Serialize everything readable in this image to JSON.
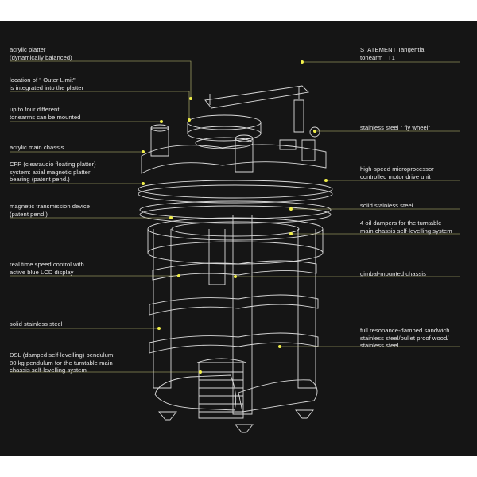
{
  "diagram": {
    "background": "#151515",
    "line_color": "#d9d9d9",
    "leader_color": "#c9c87a",
    "dot_color": "#f2f04a",
    "labels_left": [
      {
        "id": "acrylic-platter",
        "lines": [
          "acrylic platter",
          "(dynamically balanced)"
        ]
      },
      {
        "id": "outer-limit",
        "lines": [
          "location of \" Outer Limit\"",
          "is integrated into the platter"
        ]
      },
      {
        "id": "four-tonearms",
        "lines": [
          "up to four different",
          "tonearms can be mounted"
        ]
      },
      {
        "id": "acrylic-chassis",
        "lines": [
          "acrylic main chassis"
        ]
      },
      {
        "id": "cfp",
        "lines": [
          "CFP (clearaudio floating platter)",
          "system: axial magnetic platter",
          "bearing (patent pend.)"
        ]
      },
      {
        "id": "magnetic-transmission",
        "lines": [
          "magnetic transmission device",
          "(patent pend.)"
        ]
      },
      {
        "id": "speed-control",
        "lines": [
          "real time speed control with",
          "active blue LCD display"
        ]
      },
      {
        "id": "solid-steel-left",
        "lines": [
          "solid stainless steel"
        ]
      },
      {
        "id": "dsl-pendulum",
        "lines": [
          "DSL (damped self-levelling) pendulum:",
          "80 kg pendulum for the turntable main",
          "chassis self-levelling system"
        ]
      }
    ],
    "labels_right": [
      {
        "id": "tonearm",
        "lines": [
          "STATEMENT Tangential",
          "tonearm TT1"
        ]
      },
      {
        "id": "fly-wheel",
        "lines": [
          "stainless steel \" fly wheel\""
        ]
      },
      {
        "id": "microprocessor",
        "lines": [
          "high-speed microprocessor",
          "controlled motor drive unit"
        ]
      },
      {
        "id": "solid-steel-right",
        "lines": [
          "solid stainless steel"
        ]
      },
      {
        "id": "oil-dampers",
        "lines": [
          "4 oil dampers for the turntable",
          "main chassis self-levelling system"
        ]
      },
      {
        "id": "gimbal",
        "lines": [
          "gimbal-mounted chassis"
        ]
      },
      {
        "id": "sandwich",
        "lines": [
          "full resonance-damped sandwich",
          "stainless steel/bullet proof wood/",
          "stainless steel"
        ]
      }
    ]
  }
}
